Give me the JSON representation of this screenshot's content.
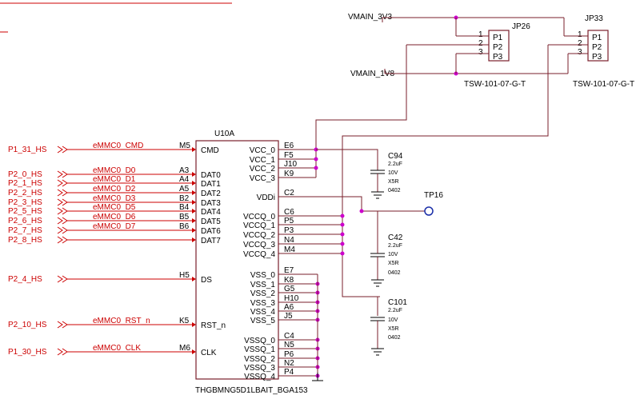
{
  "chip": {
    "ref": "U10A",
    "part": "THGBMNG5D1LBAIT_BGA153",
    "left_pins": [
      {
        "net": "P1_31_HS",
        "signal": "eMMC0_CMD",
        "ball": "M5",
        "name": "CMD"
      },
      {
        "net": "P2_0_HS",
        "signal": "eMMC0_D0",
        "ball": "A3",
        "name": "DAT0"
      },
      {
        "net": "P2_1_HS",
        "signal": "eMMC0_D1",
        "ball": "A4",
        "name": "DAT1"
      },
      {
        "net": "P2_2_HS",
        "signal": "eMMC0_D2",
        "ball": "A5",
        "name": "DAT2"
      },
      {
        "net": "P2_3_HS",
        "signal": "eMMC0_D3",
        "ball": "B2",
        "name": "DAT3"
      },
      {
        "net": "P2_5_HS",
        "signal": "eMMC0_D5",
        "ball": "B4",
        "name": "DAT4"
      },
      {
        "net": "P2_6_HS",
        "signal": "eMMC0_D6",
        "ball": "B5",
        "name": "DAT5"
      },
      {
        "net": "P2_7_HS",
        "signal": "eMMC0_D7",
        "ball": "B6",
        "name": "DAT6"
      },
      {
        "net": "P2_8_HS",
        "signal": "",
        "ball": "",
        "name": "DAT7"
      },
      {
        "net": "P2_4_HS",
        "signal": "",
        "ball": "H5",
        "name": "DS"
      },
      {
        "net": "P2_10_HS",
        "signal": "eMMC0_RST_n",
        "ball": "K5",
        "name": "RST_n"
      },
      {
        "net": "P1_30_HS",
        "signal": "eMMC0_CLK",
        "ball": "M6",
        "name": "CLK"
      }
    ],
    "right_pins": [
      {
        "name": "VCC_0",
        "ball": "E6"
      },
      {
        "name": "VCC_1",
        "ball": "F5"
      },
      {
        "name": "VCC_2",
        "ball": "J10"
      },
      {
        "name": "VCC_3",
        "ball": "K9"
      },
      {
        "name": "VDDi",
        "ball": "C2"
      },
      {
        "name": "VCCQ_0",
        "ball": "C6"
      },
      {
        "name": "VCCQ_1",
        "ball": "P5"
      },
      {
        "name": "VCCQ_2",
        "ball": "P3"
      },
      {
        "name": "VCCQ_3",
        "ball": "N4"
      },
      {
        "name": "VCCQ_4",
        "ball": "M4"
      },
      {
        "name": "VSS_0",
        "ball": "E7"
      },
      {
        "name": "VSS_1",
        "ball": "K8"
      },
      {
        "name": "VSS_2",
        "ball": "G5"
      },
      {
        "name": "VSS_3",
        "ball": "H10"
      },
      {
        "name": "VSS_4",
        "ball": "A6"
      },
      {
        "name": "VSS_5",
        "ball": "J5"
      },
      {
        "name": "VSSQ_0",
        "ball": "C4"
      },
      {
        "name": "VSSQ_1",
        "ball": "N5"
      },
      {
        "name": "VSSQ_2",
        "ball": "P6"
      },
      {
        "name": "VSSQ_3",
        "ball": "N2"
      },
      {
        "name": "VSSQ_4",
        "ball": "P4"
      }
    ]
  },
  "jumpers": [
    {
      "ref": "JP26",
      "part": "TSW-101-07-G-T",
      "pins": [
        "P1",
        "P2",
        "P3"
      ],
      "nums": [
        "1",
        "2",
        "3"
      ]
    },
    {
      "ref": "JP33",
      "part": "TSW-101-07-G-T",
      "pins": [
        "P1",
        "P2",
        "P3"
      ],
      "nums": [
        "1",
        "2",
        "3"
      ]
    }
  ],
  "rails": {
    "v33": "VMAIN_3V3",
    "v18": "VMAIN_1V8"
  },
  "capacitors": [
    {
      "ref": "C94",
      "value": "2.2uF",
      "voltage": "10V",
      "dielectric": "X5R",
      "package": "0402"
    },
    {
      "ref": "C42",
      "value": "2.2uF",
      "voltage": "10V",
      "dielectric": "X5R",
      "package": "0402"
    },
    {
      "ref": "C101",
      "value": "2.2uF",
      "voltage": "10V",
      "dielectric": "X5R",
      "package": "0402"
    }
  ],
  "testpoint": {
    "ref": "TP16"
  },
  "colors": {
    "wire": "#7a1f2b",
    "net": "#cc0000",
    "junction": "#cc00cc"
  }
}
